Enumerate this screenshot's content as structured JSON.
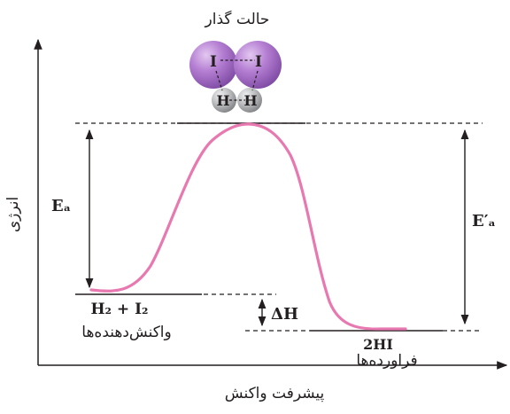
{
  "diagram": {
    "transition_state_label": "حالت گذار",
    "molecule_atoms": {
      "iodine_left": "I",
      "iodine_right": "I",
      "hydrogen_left": "H",
      "hydrogen_right": "H"
    },
    "axis_y_label": "انرژی",
    "axis_x_label": "پیشرفت واکنش",
    "reactants_formula": "H₂ + I₂",
    "reactants_label": "واکنش‌دهنده‌ها",
    "products_formula": "2HI",
    "products_label": "فراورده‌ها",
    "activation_energy_forward": "Eₐ",
    "activation_energy_reverse": "E′ₐ",
    "enthalpy_change": "ΔH",
    "colors": {
      "curve": "#e879b0",
      "iodine_atom": "#a56cc6",
      "hydrogen_atom": "#a7a9ac",
      "ink": "#231f20"
    }
  }
}
